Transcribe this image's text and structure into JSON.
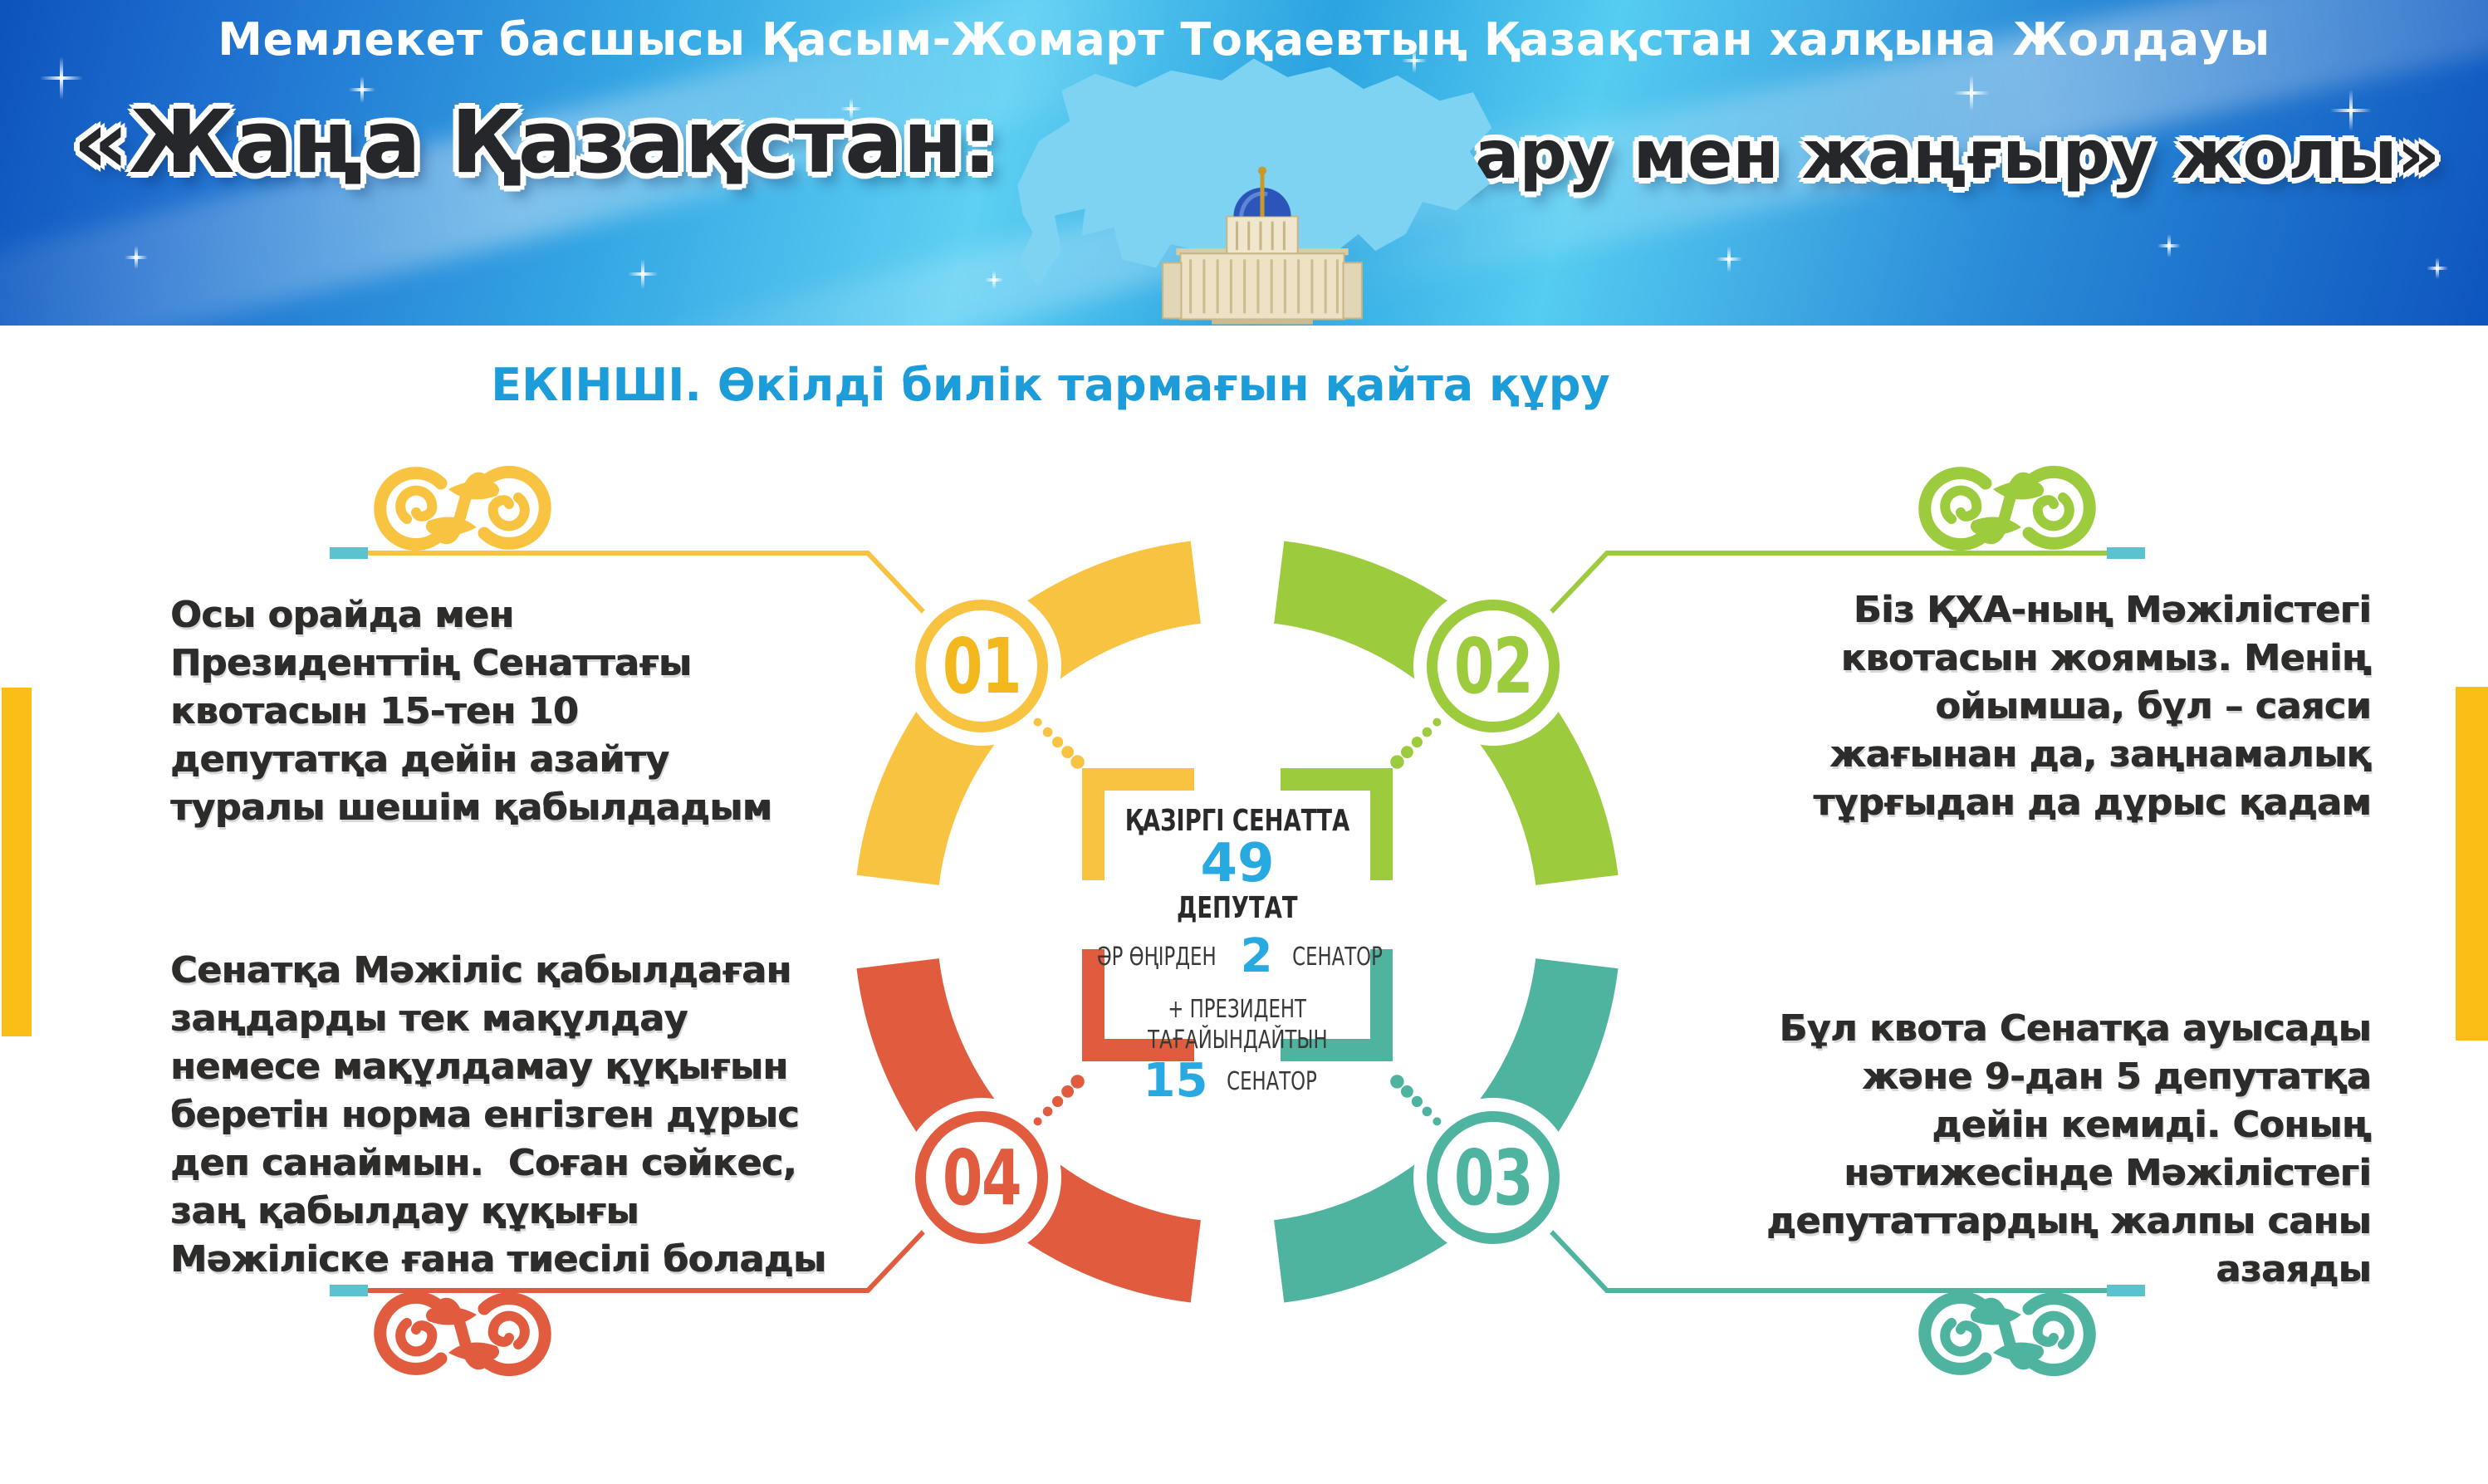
{
  "header": {
    "kicker": "Мемлекет басшысы Қасым-Жомарт Тоқаевтың Қазақстан халқына Жолдауы",
    "title_left": "«Жаңа Қазақстан:",
    "title_right": "Жаңару мен жаңғыру жолы»"
  },
  "subtitle": "ЕКІНШІ. Өкілді билік тармағын қайта құру",
  "blocks": [
    {
      "number": "01",
      "color": "#f9c342",
      "text": "Осы орайда мен\nПрезиденттің Сенаттағы\nквотасын 15-тен 10\nдепутатқа дейін азайту\nтуралы шешім қабылдадым"
    },
    {
      "number": "02",
      "color": "#9ccb3e",
      "text": "Біз ҚХА-ның Мәжілістегі\nквотасын жоямыз. Менің\nойымша, бұл – саяси\nжағынан да, заңнамалық\nтұрғыдан да дұрыс қадам"
    },
    {
      "number": "03",
      "color": "#4eb39f",
      "text": "Бұл квота Сенатқа ауысады\nжәне 9-дан 5 депутатқа\nдейін кемиді. Соның\nнәтижесінде Мәжілістегі\nдепутаттардың жалпы саны\nазаяды"
    },
    {
      "number": "04",
      "color": "#e15b3f",
      "text": "Сенатқа Мәжіліс қабылдаған\nзаңдарды тек мақұлдау\nнемесе мақұлдамау құқығын\nберетін норма енгізген дұрыс\nдеп санаймын.  Соған сәйкес,\nзаң қабылдау құқығы\nМәжіліске ғана тиесілі болады"
    }
  ],
  "center": {
    "line1": "ҚАЗІРГІ СЕНАТТА",
    "big_number": "49",
    "line2": "ДЕПУТАТ",
    "line3_prefix": "ӘР ӨҢІРДЕН",
    "line3_number": "2",
    "line3_suffix": "СЕНАТОР",
    "line4": "+ ПРЕЗИДЕНТ",
    "line5": "ТАҒАЙЫНДАЙТЫН",
    "line6_number": "15",
    "line6_suffix": "СЕНАТОР"
  },
  "colors": {
    "yellow": "#f9c342",
    "green": "#9ccb3e",
    "teal": "#4eb39f",
    "red": "#e15b3f",
    "accent_bar": "#fbbe16",
    "tick": "#5bc2cf",
    "blue_number": "#29a9e1",
    "subtitle_blue": "#1c9cd8",
    "text_dark": "#2d2c2b",
    "map_blue": "#7ed2f2"
  }
}
